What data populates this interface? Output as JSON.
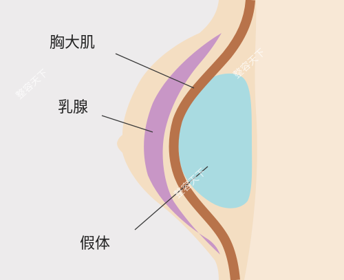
{
  "labels": {
    "muscle": "胸大肌",
    "gland": "乳腺",
    "implant": "假体"
  },
  "watermark_text": "整容天下",
  "colors": {
    "background": "#edebec",
    "skin": "#f4dec2",
    "chest_wall": "#f8e8d6",
    "muscle": "#b8734a",
    "gland": "#c896c6",
    "implant": "#a9dbe1",
    "leader_line": "#3a3a3a"
  }
}
